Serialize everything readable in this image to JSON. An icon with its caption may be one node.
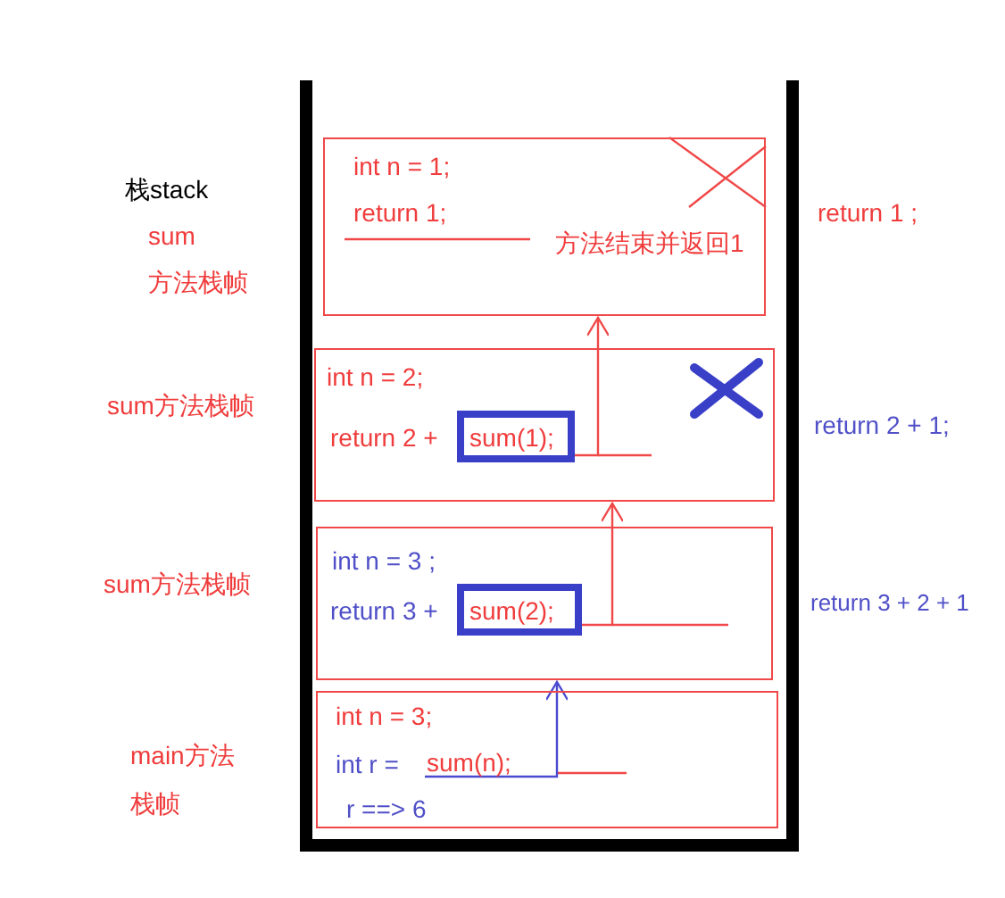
{
  "diagram": {
    "nodes": [
      {
        "text": [
          "int n = 1;",
          "return 1;",
          "方法结束并返回1"
        ]
      },
      {
        "text": [
          "int n = 2;",
          "return 2 +"
        ]
      },
      {
        "text": [
          "sum(1);"
        ],
        "in": 1
      },
      {
        "text": [
          "int n = 3 ;",
          "return 3 +"
        ]
      },
      {
        "text": [
          "sum(2);"
        ],
        "in": 3
      },
      {
        "text": [
          "int n = 3;",
          "int r =",
          "r ==> 6"
        ]
      },
      {
        "text": [
          "sum(n);"
        ],
        "in": 5
      }
    ],
    "edges": [
      {
        "from": 2,
        "to": 0,
        "arrow": "to"
      },
      {
        "from": 4,
        "to": 1,
        "arrow": "to"
      },
      {
        "from": 6,
        "to": 3,
        "arrow": "to",
        "color": "#4a4ad0"
      }
    ],
    "labels": [
      "栈stack",
      "sum",
      "方法栈帧",
      "sum方法栈帧",
      "sum方法栈帧",
      "main方法",
      "栈帧",
      "return 1 ;",
      "return 2 + 1;",
      "return 3 + 2 + 1"
    ]
  }
}
